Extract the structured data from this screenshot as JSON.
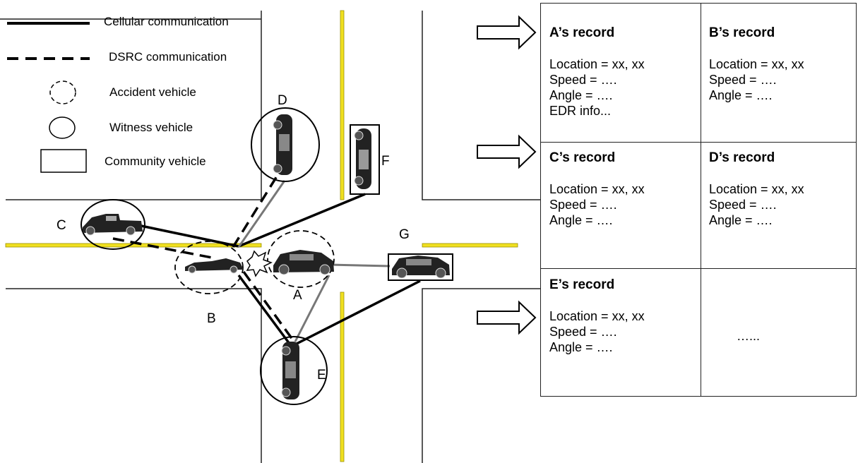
{
  "legend": {
    "cellular": "Cellular communication",
    "dsrc": "DSRC communication",
    "accident": "Accident vehicle",
    "witness": "Witness vehicle",
    "community": "Community vehicle"
  },
  "vehicle_labels": {
    "A": "A",
    "B": "B",
    "C": "C",
    "D": "D",
    "E": "E",
    "F": "F",
    "G": "G"
  },
  "records": [
    {
      "title": "A’s record",
      "lines": [
        "Location = xx, xx",
        "Speed = ….",
        "Angle = ….",
        "EDR info..."
      ]
    },
    {
      "title": "B’s record",
      "lines": [
        "Location = xx, xx",
        "Speed = ….",
        "Angle = …."
      ]
    },
    {
      "title": "C’s record",
      "lines": [
        "Location = xx, xx",
        "Speed = ….",
        "Angle = …."
      ]
    },
    {
      "title": "D’s record",
      "lines": [
        "Location = xx, xx",
        "Speed = ….",
        "Angle = …."
      ]
    },
    {
      "title": "E’s record",
      "lines": [
        "Location = xx, xx",
        "Speed = ….",
        "Angle = …."
      ]
    }
  ],
  "more_indicator": "…...",
  "colors": {
    "road_line": "#f0e020",
    "stroke": "#000000",
    "gray_link": "#777777"
  }
}
